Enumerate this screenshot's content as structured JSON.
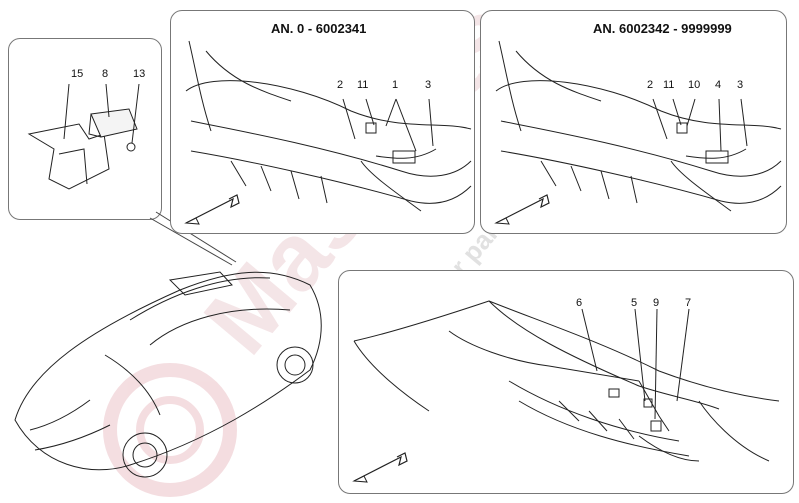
{
  "panel_top_left": {
    "title": "AN. 0 - 6002341",
    "callouts": [
      "2",
      "11",
      "1",
      "3"
    ]
  },
  "panel_top_right": {
    "title": "AN. 6002342 - 9999999",
    "callouts": [
      "2",
      "11",
      "10",
      "4",
      "3"
    ]
  },
  "panel_detail": {
    "callouts": [
      "15",
      "8",
      "13"
    ]
  },
  "panel_rear": {
    "callouts": [
      "6",
      "5",
      "9",
      "7"
    ]
  },
  "watermark": {
    "brand": "Masparts",
    "tagline": "Exclusive Car parts specialist",
    "color": "#e8b9be"
  }
}
